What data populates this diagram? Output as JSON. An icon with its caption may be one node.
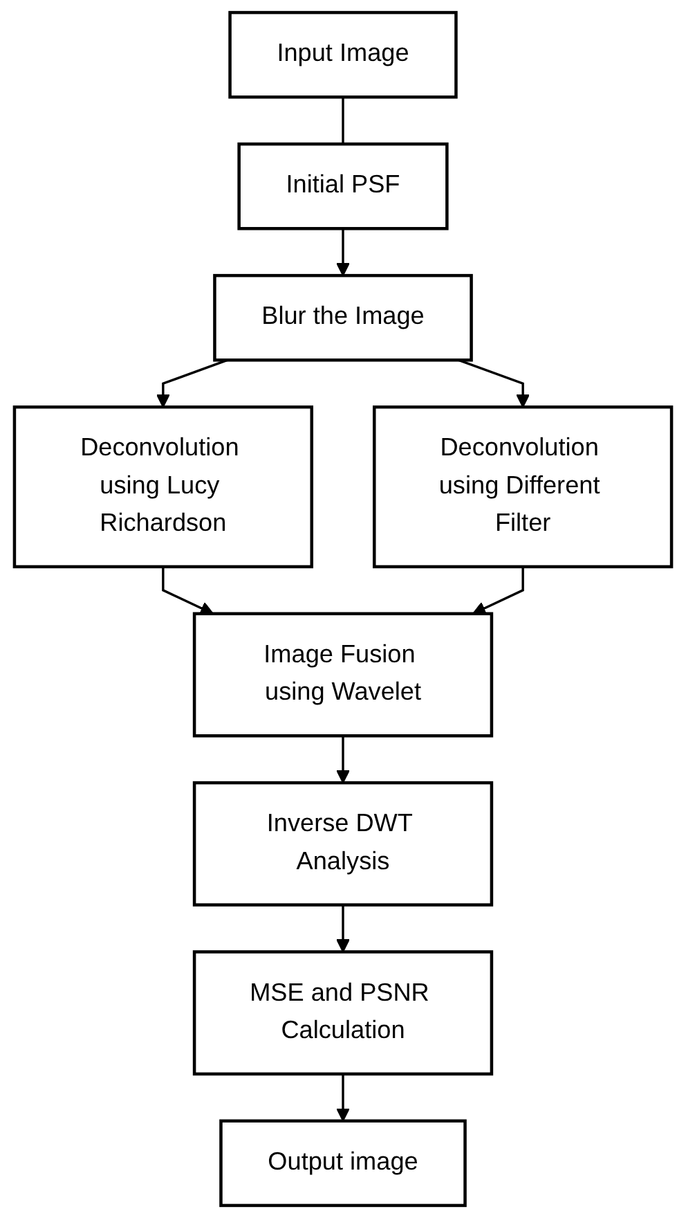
{
  "diagram": {
    "nodes": [
      {
        "text": [
          "Input Image"
        ]
      },
      {
        "text": [
          "Initial PSF"
        ]
      },
      {
        "text": [
          "Blur the Image"
        ]
      },
      {
        "text": [
          "Deconvolution using Lucy Richardson"
        ]
      },
      {
        "text": [
          "Deconvolution using Different Filter"
        ]
      },
      {
        "text": [
          "Image Fusion using Wavelet"
        ]
      },
      {
        "text": [
          "Inverse DWT Analysis"
        ]
      },
      {
        "text": [
          "MSE and PSNR Calculation"
        ]
      },
      {
        "text": [
          "Output image"
        ]
      }
    ],
    "edges": [
      {
        "from": 0,
        "to": 1,
        "arrow": "none"
      },
      {
        "from": 1,
        "to": 2,
        "arrow": "to"
      },
      {
        "from": 2,
        "to": 3,
        "arrow": "to"
      },
      {
        "from": 2,
        "to": 4,
        "arrow": "to"
      },
      {
        "from": 3,
        "to": 5,
        "arrow": "to"
      },
      {
        "from": 4,
        "to": 5,
        "arrow": "to"
      },
      {
        "from": 5,
        "to": 6,
        "arrow": "to"
      },
      {
        "from": 6,
        "to": 7,
        "arrow": "to"
      },
      {
        "from": 7,
        "to": 8,
        "arrow": "to"
      }
    ]
  }
}
